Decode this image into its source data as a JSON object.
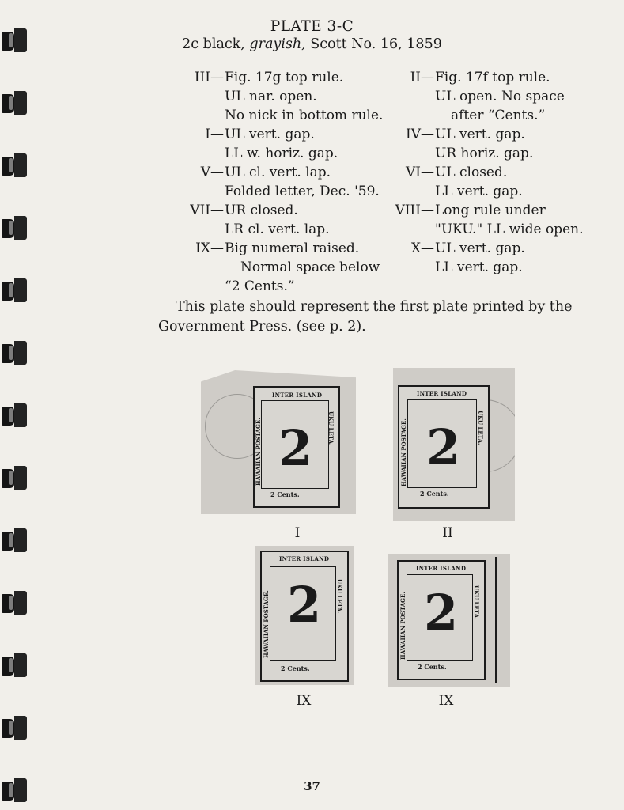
{
  "page": {
    "title": "PLATE 3-C",
    "subtitle_prefix": "2c black, ",
    "subtitle_italic": "grayish,",
    "subtitle_suffix": " Scott No. 16, 1859",
    "page_number": "37"
  },
  "left_column": [
    {
      "num": "III",
      "lines": [
        "Fig. 17g top rule.",
        "UL nar. open.",
        "No nick in bottom rule."
      ]
    },
    {
      "num": "I",
      "lines": [
        "UL vert. gap.",
        "LL w. horiz. gap."
      ]
    },
    {
      "num": "V",
      "lines": [
        "UL cl. vert. lap.",
        "Folded letter, Dec. '59."
      ]
    },
    {
      "num": "VII",
      "lines": [
        "UR closed.",
        "LR cl. vert. lap."
      ]
    },
    {
      "num": "IX",
      "lines": [
        "Big numeral raised.",
        "Normal space below",
        "“2 Cents.”"
      ]
    }
  ],
  "right_column": [
    {
      "num": "II",
      "lines": [
        "Fig. 17f top rule.",
        "UL open. No space",
        "after “Cents.”"
      ]
    },
    {
      "num": "IV",
      "lines": [
        "UL vert. gap.",
        "UR horiz. gap."
      ]
    },
    {
      "num": "VI",
      "lines": [
        "UL closed.",
        "LL vert. gap."
      ]
    },
    {
      "num": "VIII",
      "lines": [
        "Long rule under",
        "\"UKU.\" LL wide open."
      ]
    },
    {
      "num": "X",
      "lines": [
        "UL vert. gap.",
        "LL vert. gap."
      ]
    }
  ],
  "paragraph": "This plate should represent the first plate printed by the Government Press. (see p. 2).",
  "stamps": [
    {
      "caption": "I",
      "top_text": "INTER ISLAND",
      "left_text": "HAWAIIAN POSTAGE.",
      "right_text": "UKU LETA.",
      "numeral": "2",
      "bottom_text": "2 Cents."
    },
    {
      "caption": "II",
      "top_text": "INTER ISLAND",
      "left_text": "HAWAIIAN POSTAGE.",
      "right_text": "UKU LETA.",
      "numeral": "2",
      "bottom_text": "2 Cents."
    },
    {
      "caption": "IX",
      "top_text": "INTER ISLAND",
      "left_text": "HAWAIIAN POSTAGE.",
      "right_text": "UKU LETA.",
      "numeral": "2",
      "bottom_text": "2 Cents."
    },
    {
      "caption": "IX",
      "top_text": "INTER ISLAND",
      "left_text": "HAWAIIAN POSTAGE.",
      "right_text": "UKU LETA.",
      "numeral": "2",
      "bottom_text": "2 Cents."
    }
  ],
  "colors": {
    "paper": "#f1efea",
    "ink": "#1a1a1a",
    "stamp_bg": "#cfccc7"
  }
}
